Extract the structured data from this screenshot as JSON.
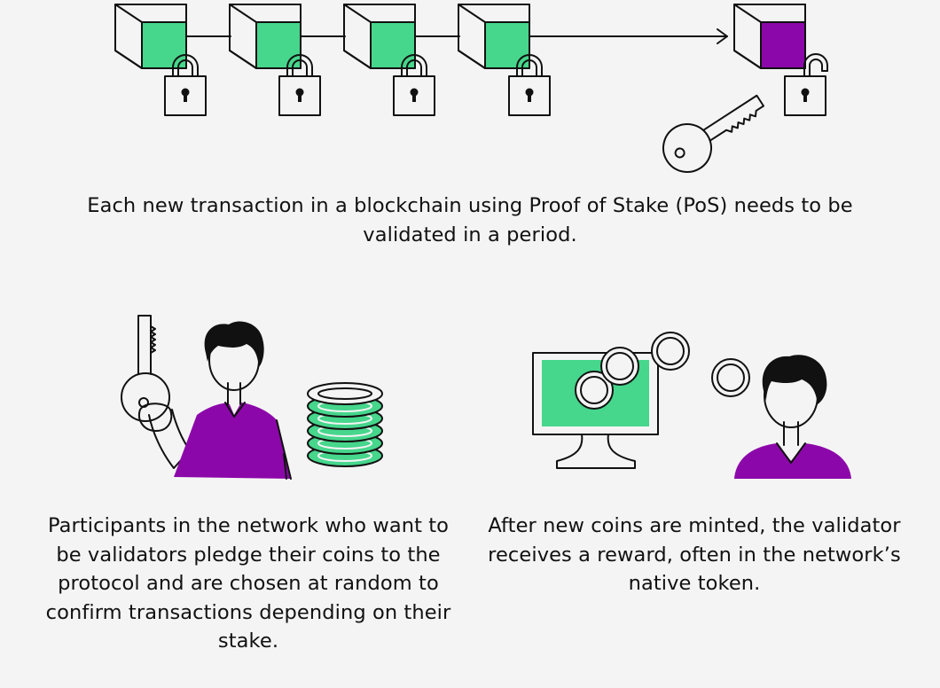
{
  "colors": {
    "background": "#f4f4f4",
    "green": "#46d68c",
    "purple": "#8c07a9",
    "ink": "#111111"
  },
  "captions": {
    "top": "Each new transaction in a blockchain using Proof of Stake (PoS) needs to be validated in a period.",
    "left": "Participants in the network who want to be validators pledge their coins to the protocol and are chosen at random to confirm transactions depending on their stake.",
    "right": "After new coins are minted, the validator receives a reward, often in the network’s native token."
  },
  "icons": {
    "chain_blocks": [
      "green-block-icon",
      "green-block-icon",
      "green-block-icon",
      "green-block-icon",
      "purple-block-icon"
    ],
    "locks": [
      "closed-padlock-icon",
      "closed-padlock-icon",
      "closed-padlock-icon",
      "closed-padlock-icon",
      "open-padlock-icon"
    ],
    "key": "key-icon",
    "validator": "person-holding-key-icon",
    "stake": "coin-stack-icon",
    "monitor": "monitor-icon",
    "coins": "coin-icon",
    "rewarded": "person-icon"
  }
}
